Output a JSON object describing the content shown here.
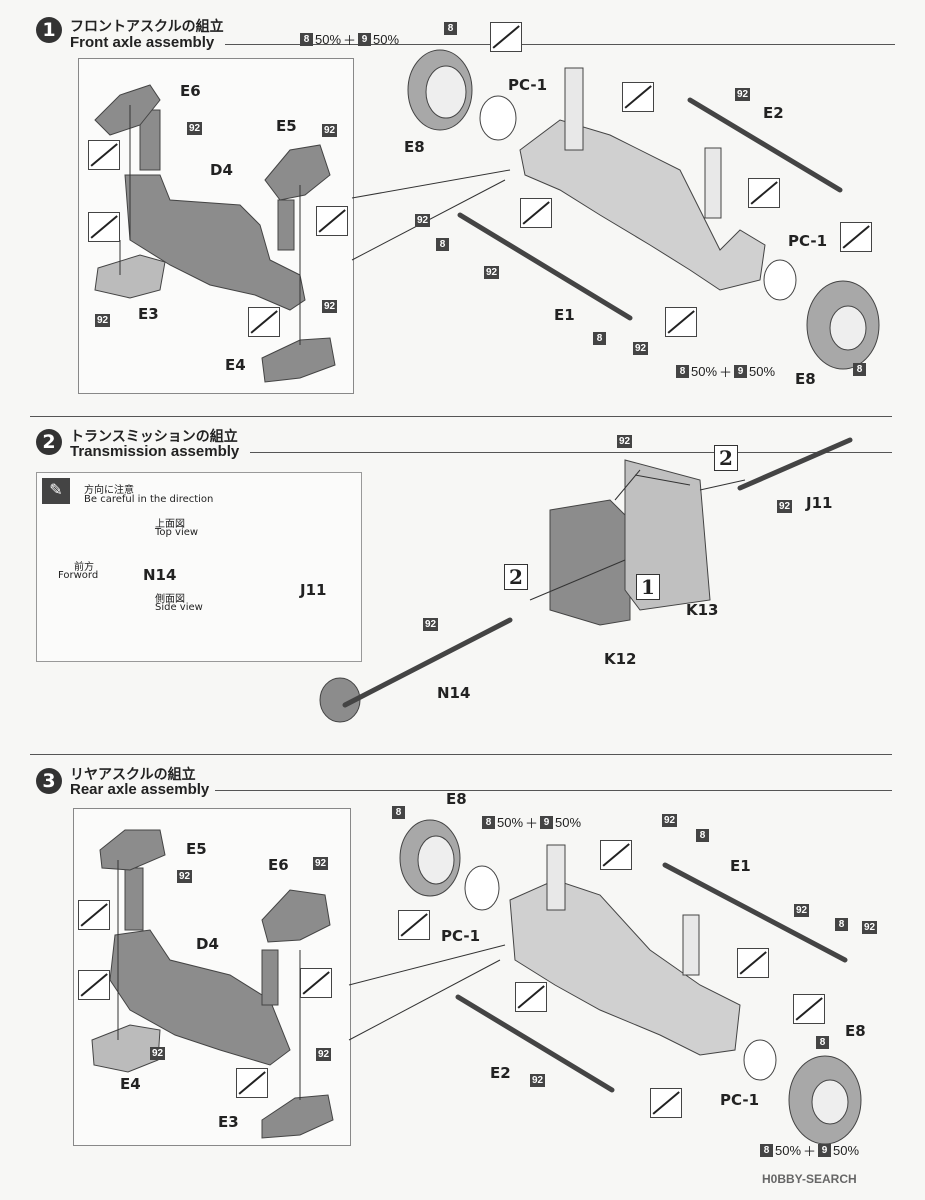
{
  "steps": [
    {
      "num": "1",
      "title_jp": "フロントアスクルの組立",
      "title_en": "Front axle assembly"
    },
    {
      "num": "2",
      "title_jp": "トランスミッションの組立",
      "title_en": "Transmission assembly"
    },
    {
      "num": "3",
      "title_jp": "リヤアスクルの組立",
      "title_en": "Rear axle assembly"
    }
  ],
  "paint": {
    "c8": "8",
    "c9": "9",
    "p50": "50%",
    "plus": "＋",
    "c92": "92"
  },
  "step1": {
    "e6": "E6",
    "e5": "E5",
    "d4": "D4",
    "e3": "E3",
    "e4": "E4",
    "pc1a": "PC-1",
    "pc1b": "PC-1",
    "e8a": "E8",
    "e8b": "E8",
    "e2": "E2",
    "e1": "E1"
  },
  "step2": {
    "caution_jp": "方向に注意",
    "caution_en": "Be careful in the direction",
    "top_jp": "上面図",
    "top_en": "Top view",
    "side_jp": "側面図",
    "side_en": "Side view",
    "front_jp": "前方",
    "front_en": "Forword",
    "n14": "N14",
    "j11": "J11",
    "n14b": "N14",
    "j11b": "J11",
    "k13": "K13",
    "k12": "K12",
    "n2a": "2",
    "n2b": "2",
    "n1": "1"
  },
  "step3": {
    "e5": "E5",
    "e6": "E6",
    "d4": "D4",
    "e4": "E4",
    "e3": "E3",
    "e8a": "E8",
    "e8b": "E8",
    "pc1a": "PC-1",
    "pc1b": "PC-1",
    "e1": "E1",
    "e2": "E2"
  },
  "watermark": "H0BBY-SEARCH"
}
